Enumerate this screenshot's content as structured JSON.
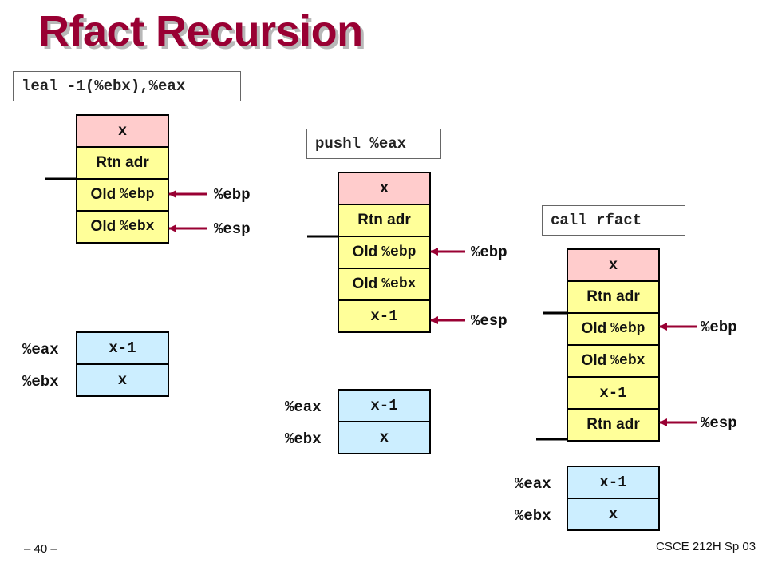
{
  "title": "Rfact Recursion",
  "panels": [
    {
      "instruction": "leal -1(%ebx),%eax",
      "stack": [
        "x",
        "Rtn adr",
        "Old",
        "Old"
      ],
      "ebp_label": "%ebp",
      "esp_label": "%esp",
      "registers": {
        "eax_name": "%eax",
        "eax_value": "x-1",
        "ebx_name": "%ebx",
        "ebx_value": "x"
      }
    },
    {
      "instruction": "pushl %eax",
      "stack": [
        "x",
        "Rtn adr",
        "Old",
        "Old",
        "x-1"
      ],
      "ebp_label": "%ebp",
      "esp_label": "%esp",
      "registers": {
        "eax_name": "%eax",
        "eax_value": "x-1",
        "ebx_name": "%ebx",
        "ebx_value": "x"
      }
    },
    {
      "instruction": "call rfact",
      "stack": [
        "x",
        "Rtn adr",
        "Old",
        "Old",
        "x-1",
        "Rtn adr"
      ],
      "ebp_label": "%ebp",
      "esp_label": "%esp",
      "registers": {
        "eax_name": "%eax",
        "eax_value": "x-1",
        "ebx_name": "%ebx",
        "ebx_value": "x"
      }
    }
  ],
  "reg_suffix": {
    "ebp": "%ebp",
    "ebx": "%ebx"
  },
  "footer": {
    "page": "– 40 –",
    "course": "CSCE 212H Sp 03"
  },
  "colors": {
    "title": "#990033",
    "frame_top": "#ffcccc",
    "frame": "#ffff99",
    "register": "#cceeff"
  }
}
